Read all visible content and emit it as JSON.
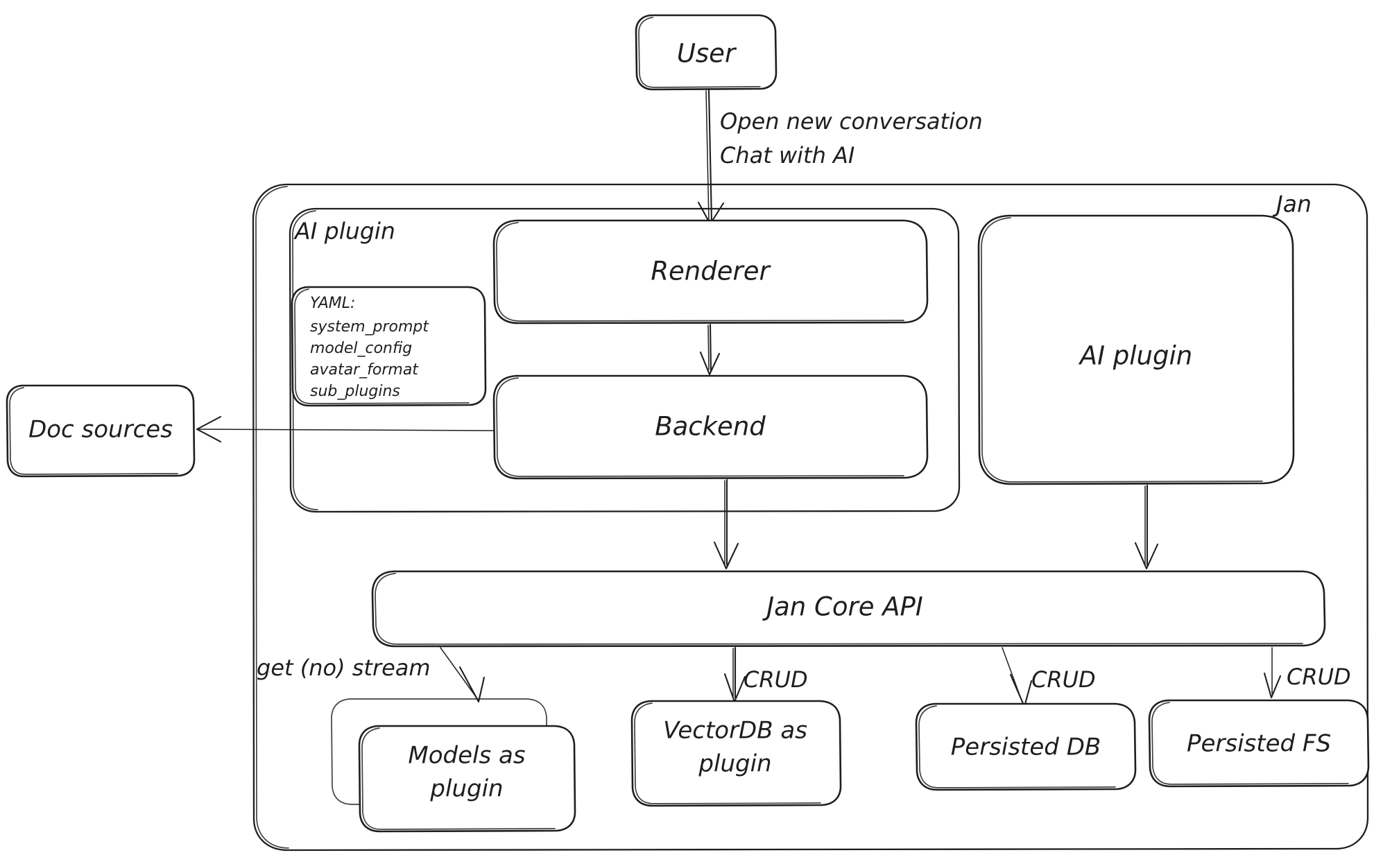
{
  "diagram": {
    "title_label": "Jan",
    "nodes": {
      "user": "User",
      "ai_plugin_group": "AI plugin",
      "renderer": "Renderer",
      "backend": "Backend",
      "ai_plugin_right": "AI plugin",
      "doc_sources": "Doc sources",
      "jan_core_api": "Jan Core API",
      "models_as_plugin": "Models as plugin",
      "vectordb_as_plugin": "VectorDB as plugin",
      "persisted_db": "Persisted DB",
      "persisted_fs": "Persisted FS"
    },
    "yaml_card": {
      "title": "YAML:",
      "lines": [
        "system_prompt",
        "model_config",
        "avatar_format",
        "sub_plugins"
      ]
    },
    "edge_labels": {
      "user_to_renderer_line1": "Open new conversation",
      "user_to_renderer_line2": "Chat with AI",
      "api_to_models": "get (no) stream",
      "api_to_vectordb": "CRUD",
      "api_to_persisted_db": "CRUD",
      "api_to_persisted_fs": "CRUD"
    },
    "colors": {
      "stroke": "#1e1e1e",
      "background": "#ffffff",
      "fill": "#ffffff"
    }
  }
}
